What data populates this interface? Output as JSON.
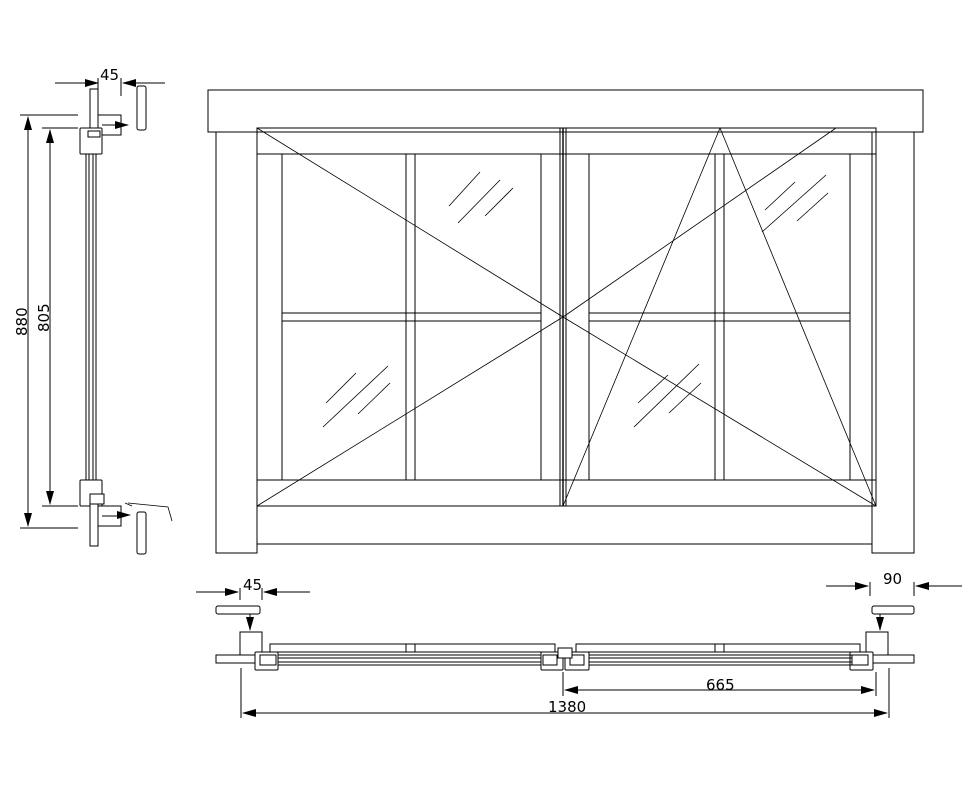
{
  "drawing": {
    "dimensions": {
      "side_profile_thickness": "45",
      "overall_height": "880",
      "sash_height": "805",
      "bottom_left_profile": "45",
      "bottom_right_profile": "90",
      "sash_width": "665",
      "overall_width": "1380"
    },
    "colors": {
      "line": "#000000",
      "background": "#ffffff"
    }
  }
}
